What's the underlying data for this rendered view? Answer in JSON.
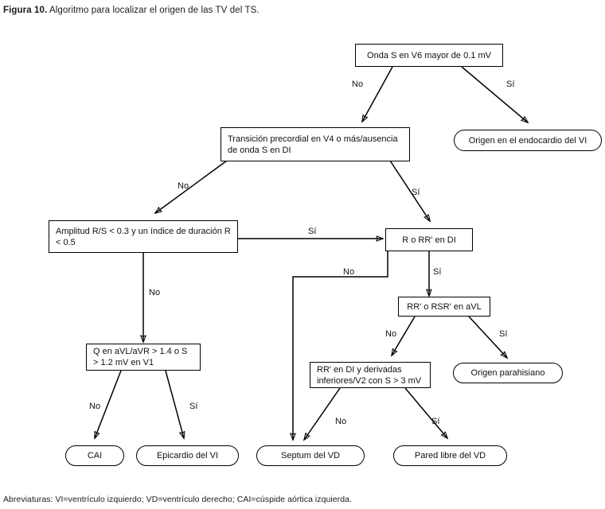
{
  "figure": {
    "caption_label": "Figura 10.",
    "caption_text": " Algoritmo para localizar el origen de las TV del TS.",
    "footnote": "Abreviaturas: VI=ventrículo izquierdo; VD=ventrículo derecho; CAI=cúspide aórtica izquierda."
  },
  "nodes": {
    "onda_s_v6": "Onda S en V6 mayor de 0.1 mV",
    "origen_endocardio_vi": "Origen en el endocardio del VI",
    "transicion_precordial": "Transición precordial en V4 o más/ausencia de onda S en DI",
    "amplitud_rs": "Amplitud R/S < 0.3 y un índice de duración R < 0.5",
    "r_o_rr_di": "R o RR' en DI",
    "rr_o_rsr_avl": "RR' o RSR' en aVL",
    "q_avl_avr": "Q en aVL/aVR > 1.4 o S > 1.2 mV en V1",
    "rr_di_derivadas": "RR' en DI y derivadas inferiores/V2 con S > 3 mV",
    "origen_parahisiano": "Origen parahisiano",
    "cai": "CAI",
    "epicardio_vi": "Epicardio del VI",
    "septum_vd": "Septum del VD",
    "pared_libre_vd": "Pared libre del VD"
  },
  "edge_labels": {
    "e1_no": "No",
    "e2_si": "Sí",
    "e3_no": "No",
    "e4_si": "Sí",
    "e5_si": "Sí",
    "e6_no": "No",
    "e7_no": "No",
    "e8_si": "Sí",
    "e9_no": "No",
    "e10_si": "Sí",
    "e11_no": "No",
    "e12_si": "Sí",
    "e13_no": "No",
    "e14_si": "Sí"
  },
  "colors": {
    "stroke": "#000000",
    "background": "#ffffff",
    "text": "#111111"
  }
}
